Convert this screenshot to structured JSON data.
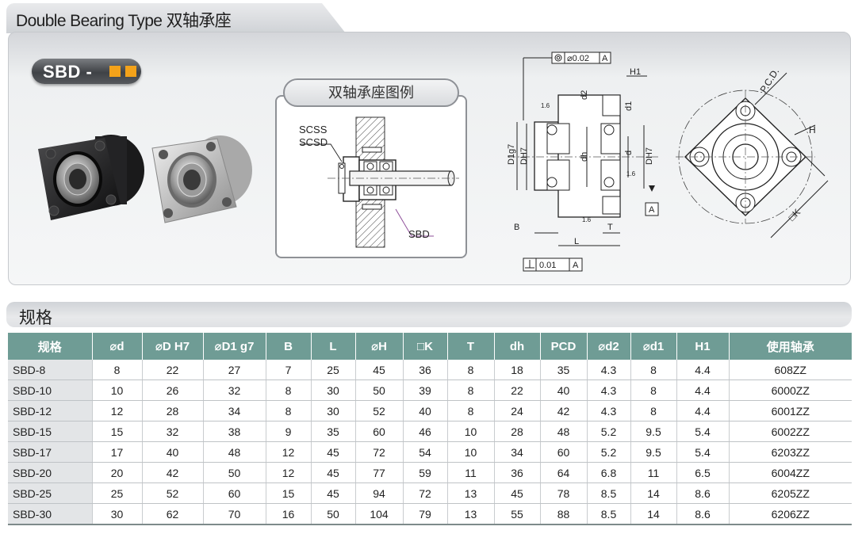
{
  "header": {
    "title": "Double Bearing Type 双轴承座"
  },
  "badge": {
    "label": "SBD -"
  },
  "diagram": {
    "title": "双轴承座图例",
    "labels": {
      "scss": "SCSS",
      "scsd": "SCSD",
      "sbd": "SBD"
    }
  },
  "drawing": {
    "flatness": "⌀0.02",
    "datum": "A",
    "perpendicularity": "0.01",
    "labels": {
      "h1": "H1",
      "d2": "d2",
      "d1": "d1",
      "d": "d",
      "dh": "dh",
      "D1g7": "D1g7",
      "DH7": "DH7",
      "DH7b": "DH7",
      "B": "B",
      "L": "L",
      "T": "T",
      "ra1": "1.6",
      "ra2": "1.6",
      "ra3": "1.6",
      "pcd": "P.C.D.",
      "H": "H",
      "K": "□K"
    }
  },
  "section": {
    "title": "规格"
  },
  "table": {
    "headers": [
      "规格",
      "⌀d",
      "⌀D H7",
      "⌀D1 g7",
      "B",
      "L",
      "⌀H",
      "□K",
      "T",
      "dh",
      "PCD",
      "⌀d2",
      "⌀d1",
      "H1",
      "使用轴承"
    ],
    "rows": [
      [
        "SBD-8",
        "8",
        "22",
        "27",
        "7",
        "25",
        "45",
        "36",
        "8",
        "18",
        "35",
        "4.3",
        "8",
        "4.4",
        "608ZZ"
      ],
      [
        "SBD-10",
        "10",
        "26",
        "32",
        "8",
        "30",
        "50",
        "39",
        "8",
        "22",
        "40",
        "4.3",
        "8",
        "4.4",
        "6000ZZ"
      ],
      [
        "SBD-12",
        "12",
        "28",
        "34",
        "8",
        "30",
        "52",
        "40",
        "8",
        "24",
        "42",
        "4.3",
        "8",
        "4.4",
        "6001ZZ"
      ],
      [
        "SBD-15",
        "15",
        "32",
        "38",
        "9",
        "35",
        "60",
        "46",
        "10",
        "28",
        "48",
        "5.2",
        "9.5",
        "5.4",
        "6002ZZ"
      ],
      [
        "SBD-17",
        "17",
        "40",
        "48",
        "12",
        "45",
        "72",
        "54",
        "10",
        "34",
        "60",
        "5.2",
        "9.5",
        "5.4",
        "6203ZZ"
      ],
      [
        "SBD-20",
        "20",
        "42",
        "50",
        "12",
        "45",
        "77",
        "59",
        "11",
        "36",
        "64",
        "6.8",
        "11",
        "6.5",
        "6004ZZ"
      ],
      [
        "SBD-25",
        "25",
        "52",
        "60",
        "15",
        "45",
        "94",
        "72",
        "13",
        "45",
        "78",
        "8.5",
        "14",
        "8.6",
        "6205ZZ"
      ],
      [
        "SBD-30",
        "30",
        "62",
        "70",
        "16",
        "50",
        "104",
        "79",
        "13",
        "55",
        "88",
        "8.5",
        "14",
        "8.6",
        "6206ZZ"
      ]
    ]
  },
  "colors": {
    "accent": "#f3a21a",
    "table_header": "#6f9c95"
  }
}
